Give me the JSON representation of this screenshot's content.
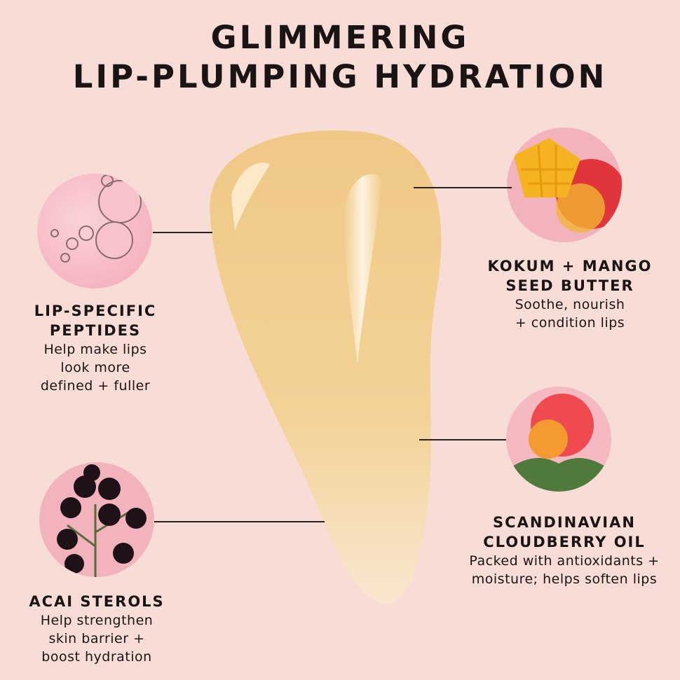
{
  "title": {
    "line1": "GLIMMERING",
    "line2": "LIP-PLUMPING HYDRATION"
  },
  "ingredients": [
    {
      "name_line1": "LIP-SPECIFIC",
      "name_line2": "PEPTIDES",
      "desc_line1": "Help make lips",
      "desc_line2": "look more",
      "desc_line3": "defined + fuller"
    },
    {
      "name_line1": "KOKUM + MANGO",
      "name_line2": "SEED BUTTER",
      "desc_line1": "Soothe, nourish",
      "desc_line2": "+ condition lips"
    },
    {
      "name_line1": "SCANDINAVIAN",
      "name_line2": "CLOUDBERRY OIL",
      "desc_line1": "Packed with  antioxidants +",
      "desc_line2": "moisture; helps soften lips"
    },
    {
      "name_line1": "ACAI STEROLS",
      "desc_line1": "Help strengthen",
      "desc_line2": "skin barrier +",
      "desc_line3": "boost hydration"
    }
  ],
  "colors": {
    "background": "#f8ddd7",
    "swatch": "#f0cc8a",
    "text": "#1a1414"
  }
}
